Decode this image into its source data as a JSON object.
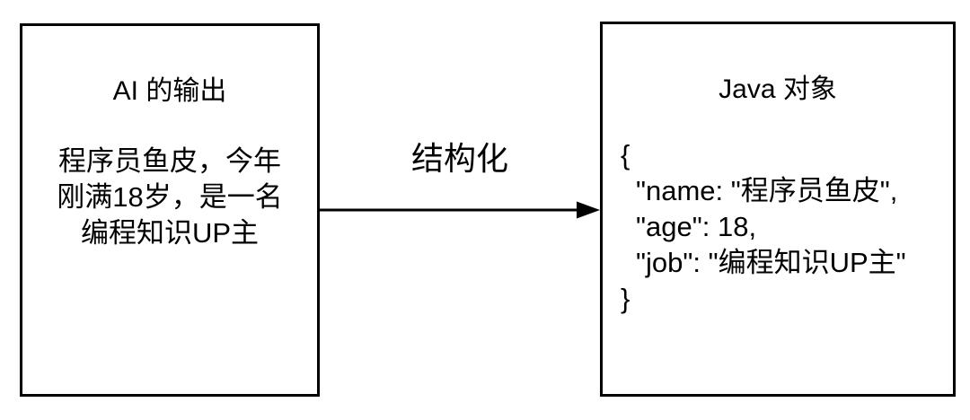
{
  "diagram": {
    "left_box": {
      "title": "AI 的输出",
      "body_lines": [
        "程序员鱼皮，今年",
        "刚满18岁，是一名",
        "编程知识UP主"
      ]
    },
    "arrow": {
      "label": "结构化",
      "direction": "right"
    },
    "right_box": {
      "title": "Java 对象",
      "code_lines": [
        "{",
        "\"name: \"程序员鱼皮\",",
        "\"age\": 18,",
        "\"job\": \"编程知识UP主\"",
        "}"
      ]
    },
    "colors": {
      "stroke": "#000000",
      "background": "#ffffff"
    }
  }
}
